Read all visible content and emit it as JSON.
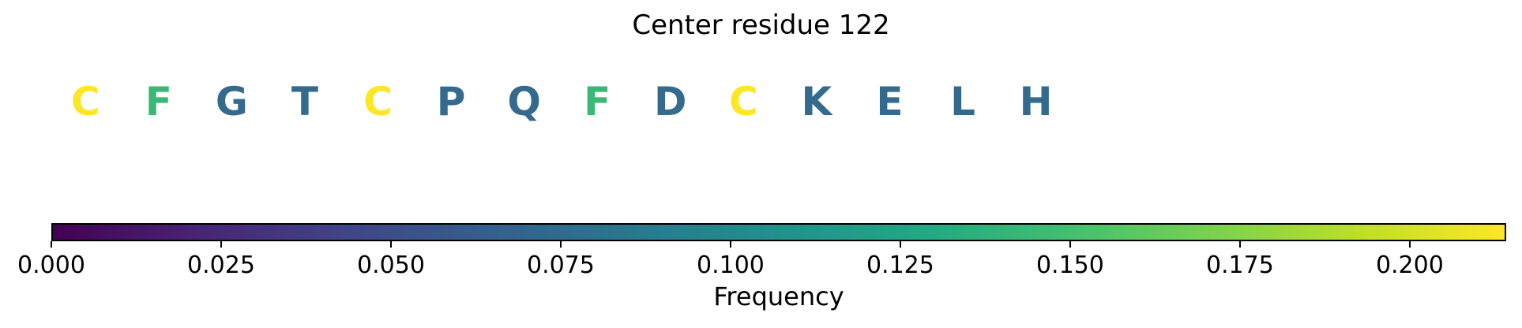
{
  "figure": {
    "title": "Center residue 122",
    "background_color": "#FFFFFF"
  },
  "sequence": {
    "letters": [
      {
        "char": "C",
        "color": "#FDE725"
      },
      {
        "char": "F",
        "color": "#3BB875"
      },
      {
        "char": "G",
        "color": "#346A8E"
      },
      {
        "char": "T",
        "color": "#346A8E"
      },
      {
        "char": "C",
        "color": "#FDE725"
      },
      {
        "char": "P",
        "color": "#346A8E"
      },
      {
        "char": "Q",
        "color": "#346A8E"
      },
      {
        "char": "F",
        "color": "#3BB875"
      },
      {
        "char": "D",
        "color": "#346A8E"
      },
      {
        "char": "C",
        "color": "#FDE725"
      },
      {
        "char": "K",
        "color": "#346A8E"
      },
      {
        "char": "E",
        "color": "#346A8E"
      },
      {
        "char": "L",
        "color": "#346A8E"
      },
      {
        "char": "H",
        "color": "#346A8E"
      }
    ]
  },
  "colorbar": {
    "label": "Frequency",
    "colormap": "viridis",
    "gradient_stops": [
      "#440154",
      "#482475",
      "#414487",
      "#355F8D",
      "#2A788E",
      "#21918C",
      "#22A884",
      "#44BF70",
      "#7AD151",
      "#BDDF26",
      "#FDE725"
    ],
    "vmin": 0.0,
    "vmax": 0.2142,
    "ticks": [
      {
        "value": 0.0,
        "label": "0.000"
      },
      {
        "value": 0.025,
        "label": "0.025"
      },
      {
        "value": 0.05,
        "label": "0.050"
      },
      {
        "value": 0.075,
        "label": "0.075"
      },
      {
        "value": 0.1,
        "label": "0.100"
      },
      {
        "value": 0.125,
        "label": "0.125"
      },
      {
        "value": 0.15,
        "label": "0.150"
      },
      {
        "value": 0.175,
        "label": "0.175"
      },
      {
        "value": 0.2,
        "label": "0.200"
      }
    ]
  },
  "chart_data": {
    "type": "heatmap",
    "title": "Center residue 122",
    "categories": [
      "C",
      "F",
      "G",
      "T",
      "C",
      "P",
      "Q",
      "F",
      "D",
      "C",
      "K",
      "E",
      "L",
      "H"
    ],
    "series": [
      {
        "name": "Frequency (color-encoded, estimated from viridis shade)",
        "values": [
          0.214,
          0.14,
          0.065,
          0.065,
          0.214,
          0.065,
          0.065,
          0.14,
          0.065,
          0.214,
          0.065,
          0.065,
          0.065,
          0.065
        ]
      }
    ],
    "xlabel": "",
    "ylabel": "",
    "colorbar_label": "Frequency",
    "colorbar_range": [
      0.0,
      0.2142
    ],
    "colorbar_ticks": [
      0.0,
      0.025,
      0.05,
      0.075,
      0.1,
      0.125,
      0.15,
      0.175,
      0.2
    ],
    "colormap": "viridis",
    "legend_position": "none",
    "grid": false
  }
}
